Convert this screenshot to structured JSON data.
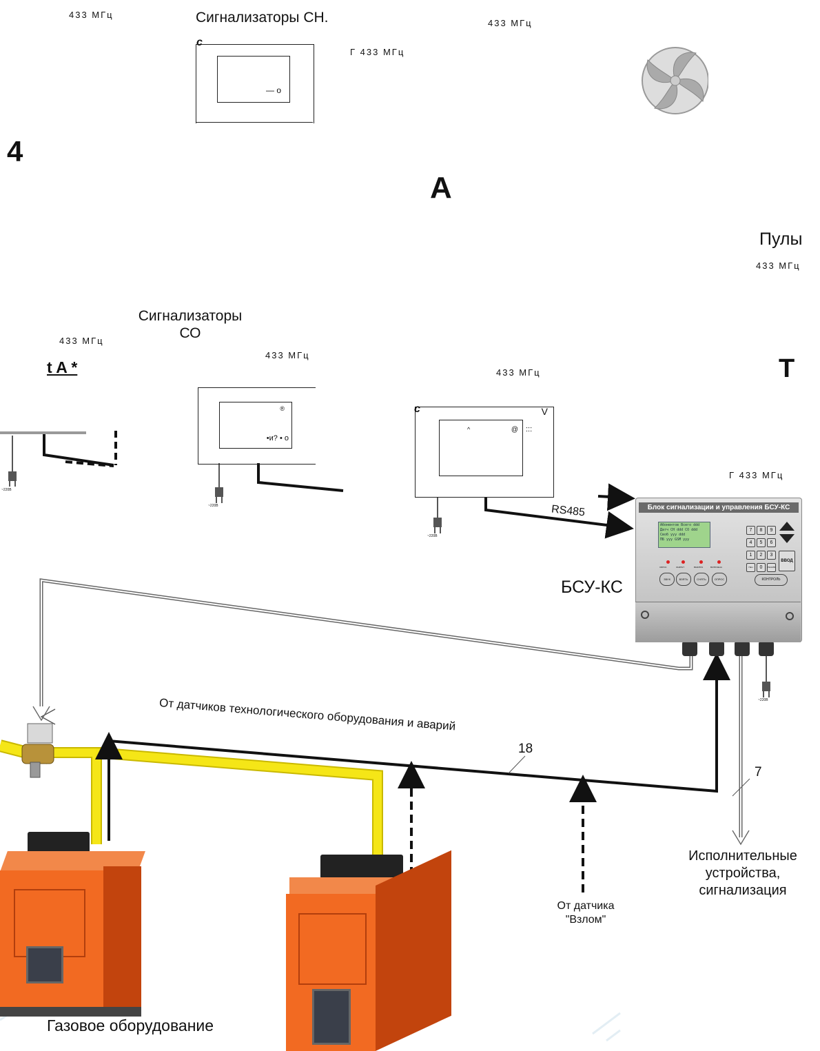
{
  "freq_labels": {
    "f1": "433 МГц",
    "f2": "433 МГц",
    "f3": "Г 433 МГц",
    "f4": "433 МГц",
    "f5": "433 МГц",
    "f6": "433 МГц",
    "f7": "433 МГц",
    "f8": "Г 433 МГц"
  },
  "labels": {
    "ch_sensors": "Сигнализаторы СН.",
    "co_sensors": "Сигнализаторы СО",
    "remotes": "Пулы",
    "bsu_name": "БСУ-КС",
    "rs485": "RS485",
    "tech_sensors": "От датчиков технологического оборудования и аварий",
    "wire_count_18": "18",
    "wire_count_7": "7",
    "breakin_sensor": "От датчика \"Взлом\"",
    "actuators": "Исполнительные устройства, сигнализация",
    "gas_equipment": "Газовое оборудование",
    "power_220": "~220В"
  },
  "stray_glyphs": {
    "four": "4",
    "A_big": "A",
    "T_big": "T",
    "tA": "t A *",
    "c1": "c",
    "c2": "c",
    "v": "V",
    "dash_o": "— o",
    "reg": "®",
    "wq": "•и? • o",
    "caret": "^",
    "at": "@",
    "dots": ":::"
  },
  "panel": {
    "title": "Блок сигнализации и управления БСУ-КС",
    "lcd_lines": [
      "Абонентов Всего ddd",
      "Датч CH ddd  CO ddd",
      "Своб yyy    ddd",
      "ПБ  yyy   GSM yyy"
    ],
    "keys": [
      "7",
      "8",
      "9",
      "4",
      "5",
      "6",
      "1",
      "2",
      "3",
      "ПЕН",
      "0",
      "РЕЖИМ"
    ],
    "enter": "ВВОД",
    "control": "КОНТРОЛЬ",
    "led_labels": [
      "СБРОС",
      "ЗАКРЫТ",
      "ВЫКЛЮЧ",
      "ВКЛЮЧЕНА"
    ],
    "round_keys": [
      "ЗВУК",
      "ВЗЯТЬ",
      "СНЯТЬ",
      "ОПРОС"
    ]
  },
  "colors": {
    "pipe": "#f5e617",
    "pipe_edge": "#c9b800",
    "boiler": "#f26a22",
    "boiler_dark": "#c2440d",
    "panel_grey": "#bcbcbc"
  }
}
